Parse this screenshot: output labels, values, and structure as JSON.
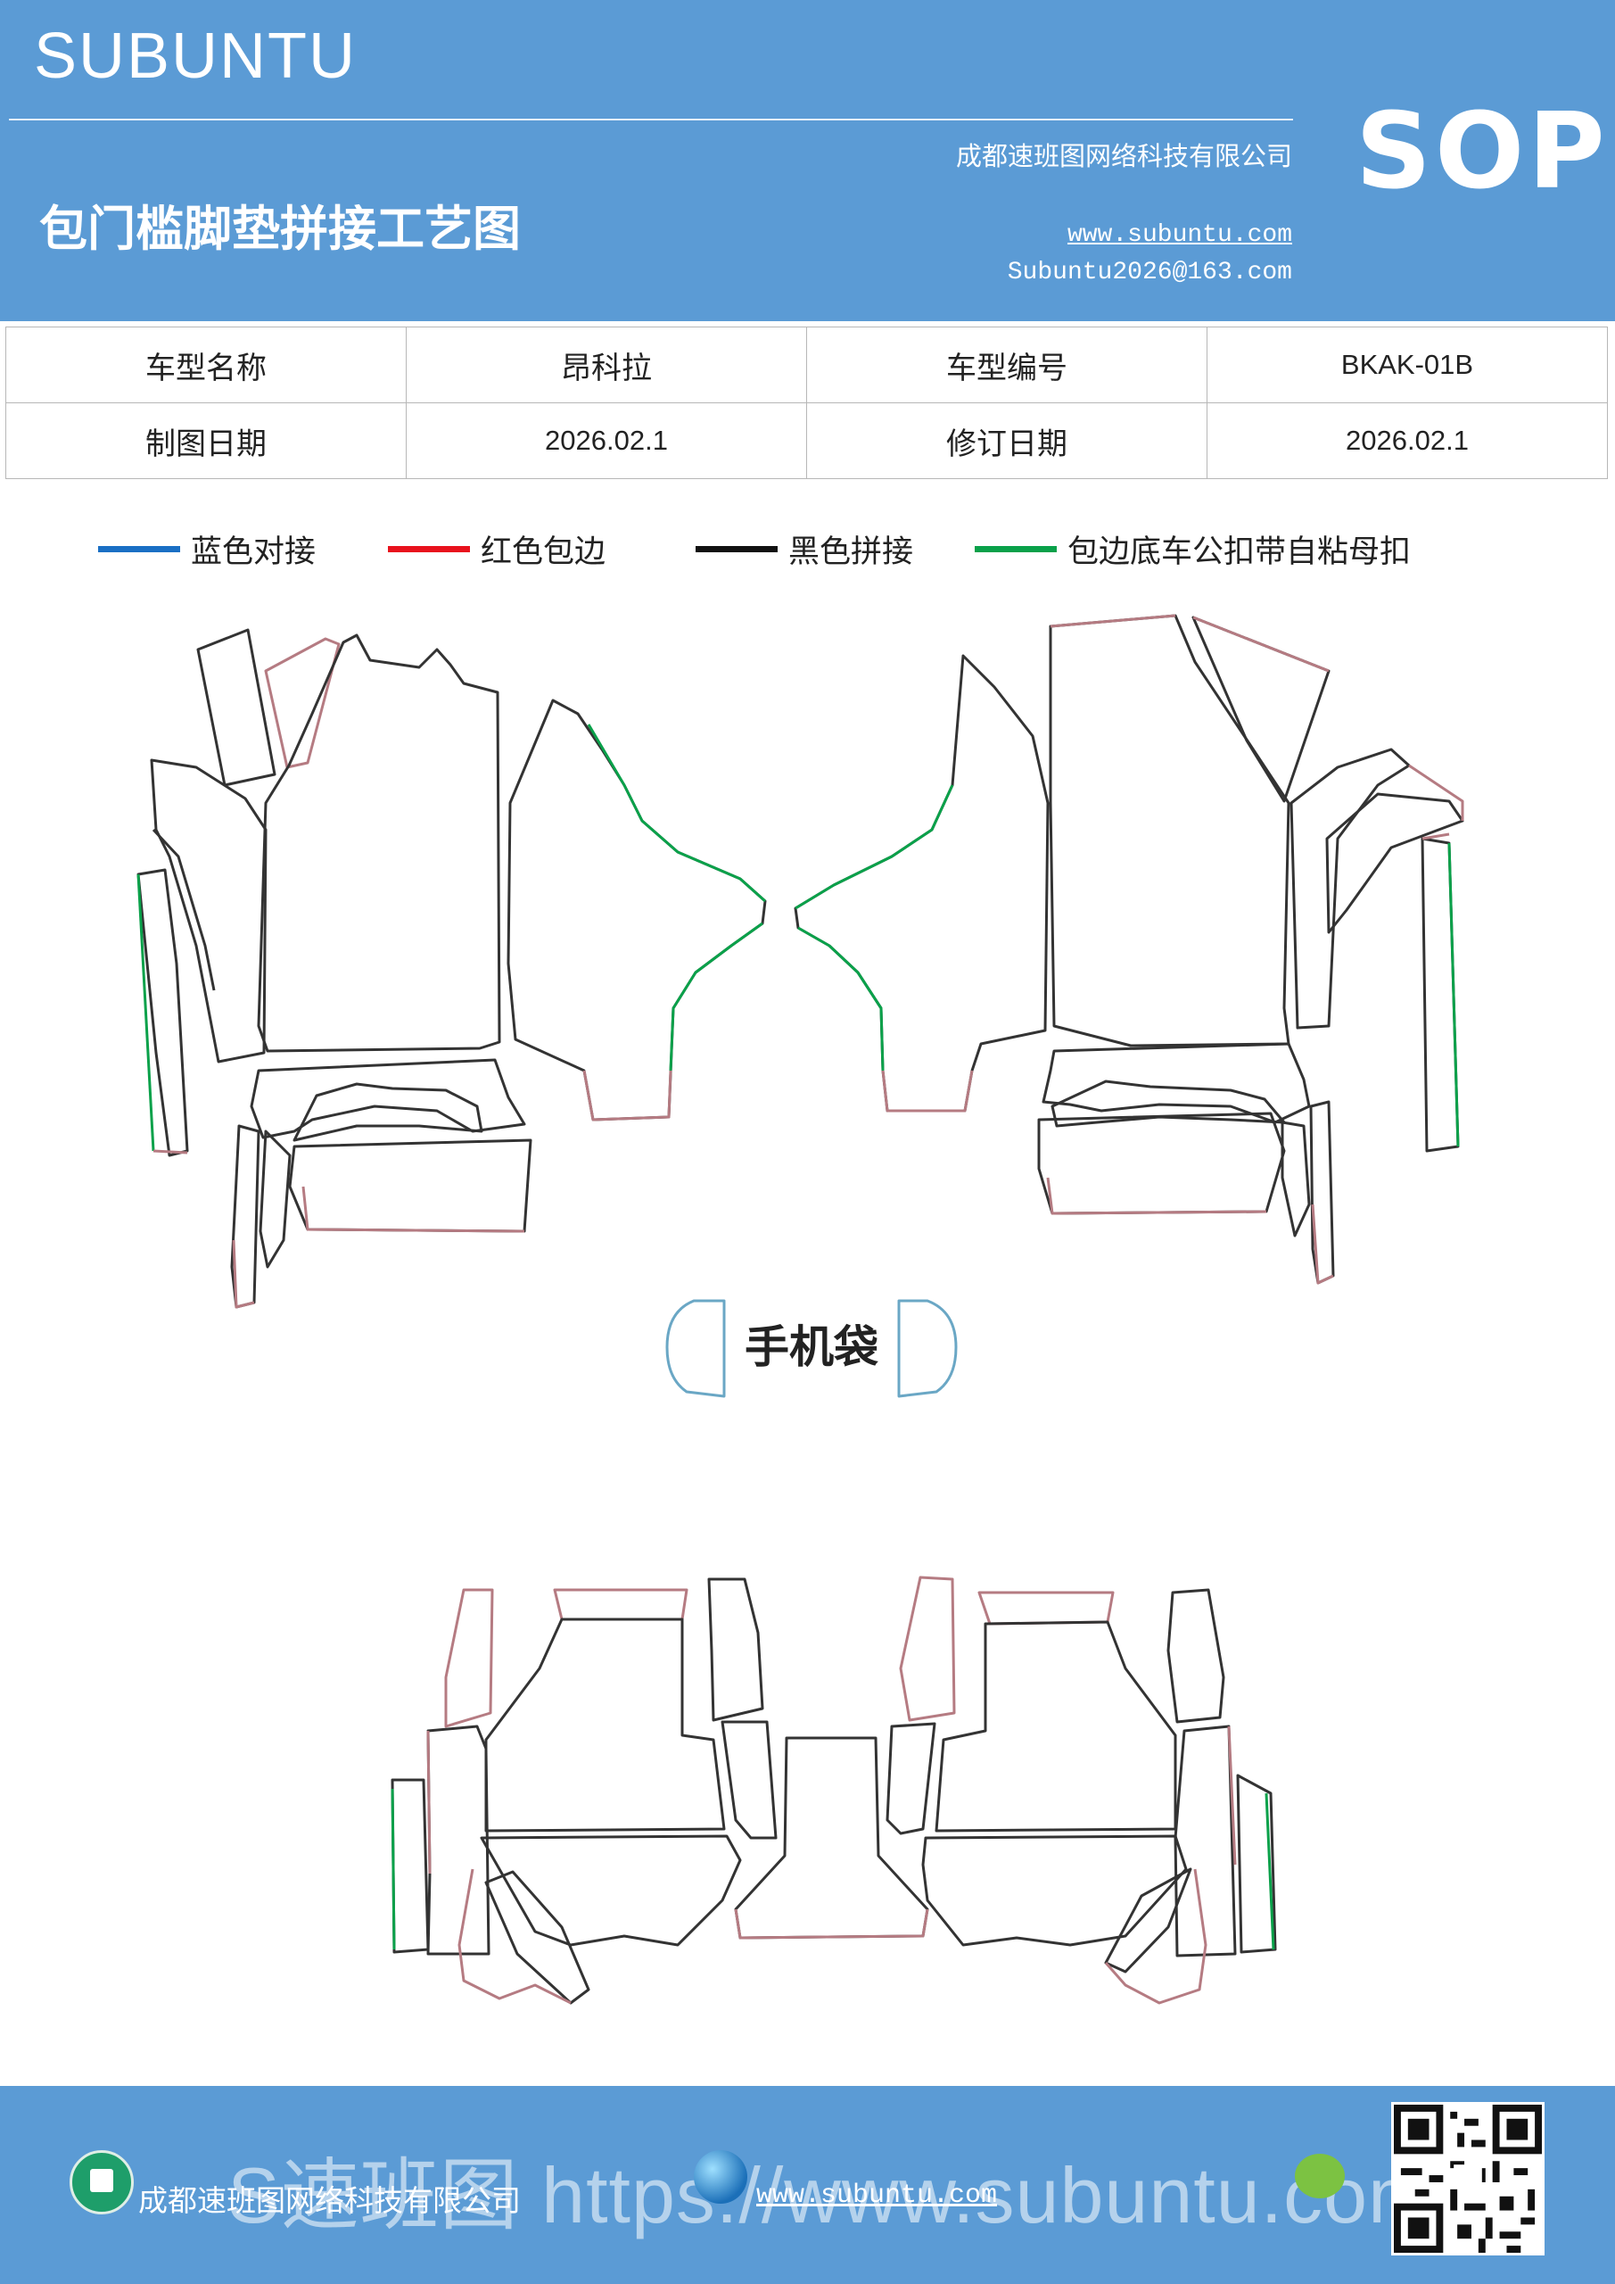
{
  "header": {
    "brand": "SUBUNTU",
    "badge": "SOP",
    "title": "包门槛脚垫拼接工艺图",
    "company": "成都速班图网络科技有限公司",
    "website": "www.subuntu.com",
    "email": "Subuntu2026@163.com"
  },
  "info_table": {
    "rows": [
      [
        "车型名称",
        "昂科拉",
        "车型编号",
        "BKAK-01B"
      ],
      [
        "制图日期",
        "2026.02.1",
        "修订日期",
        "2026.02.1"
      ]
    ]
  },
  "legend": [
    {
      "label": "蓝色对接",
      "color": "#1a6fc4"
    },
    {
      "label": "红色包边",
      "color": "#e8121d"
    },
    {
      "label": "黑色拼接",
      "color": "#111111"
    },
    {
      "label": "包边底车公扣带自粘母扣",
      "color": "#0aa14a"
    }
  ],
  "diagram": {
    "phone_bag_label": "手机袋"
  },
  "footer": {
    "company": "成都速班图网络科技有限公司",
    "watermark": "S速班图 https://www.subuntu.com",
    "website": "www.subuntu.com"
  }
}
